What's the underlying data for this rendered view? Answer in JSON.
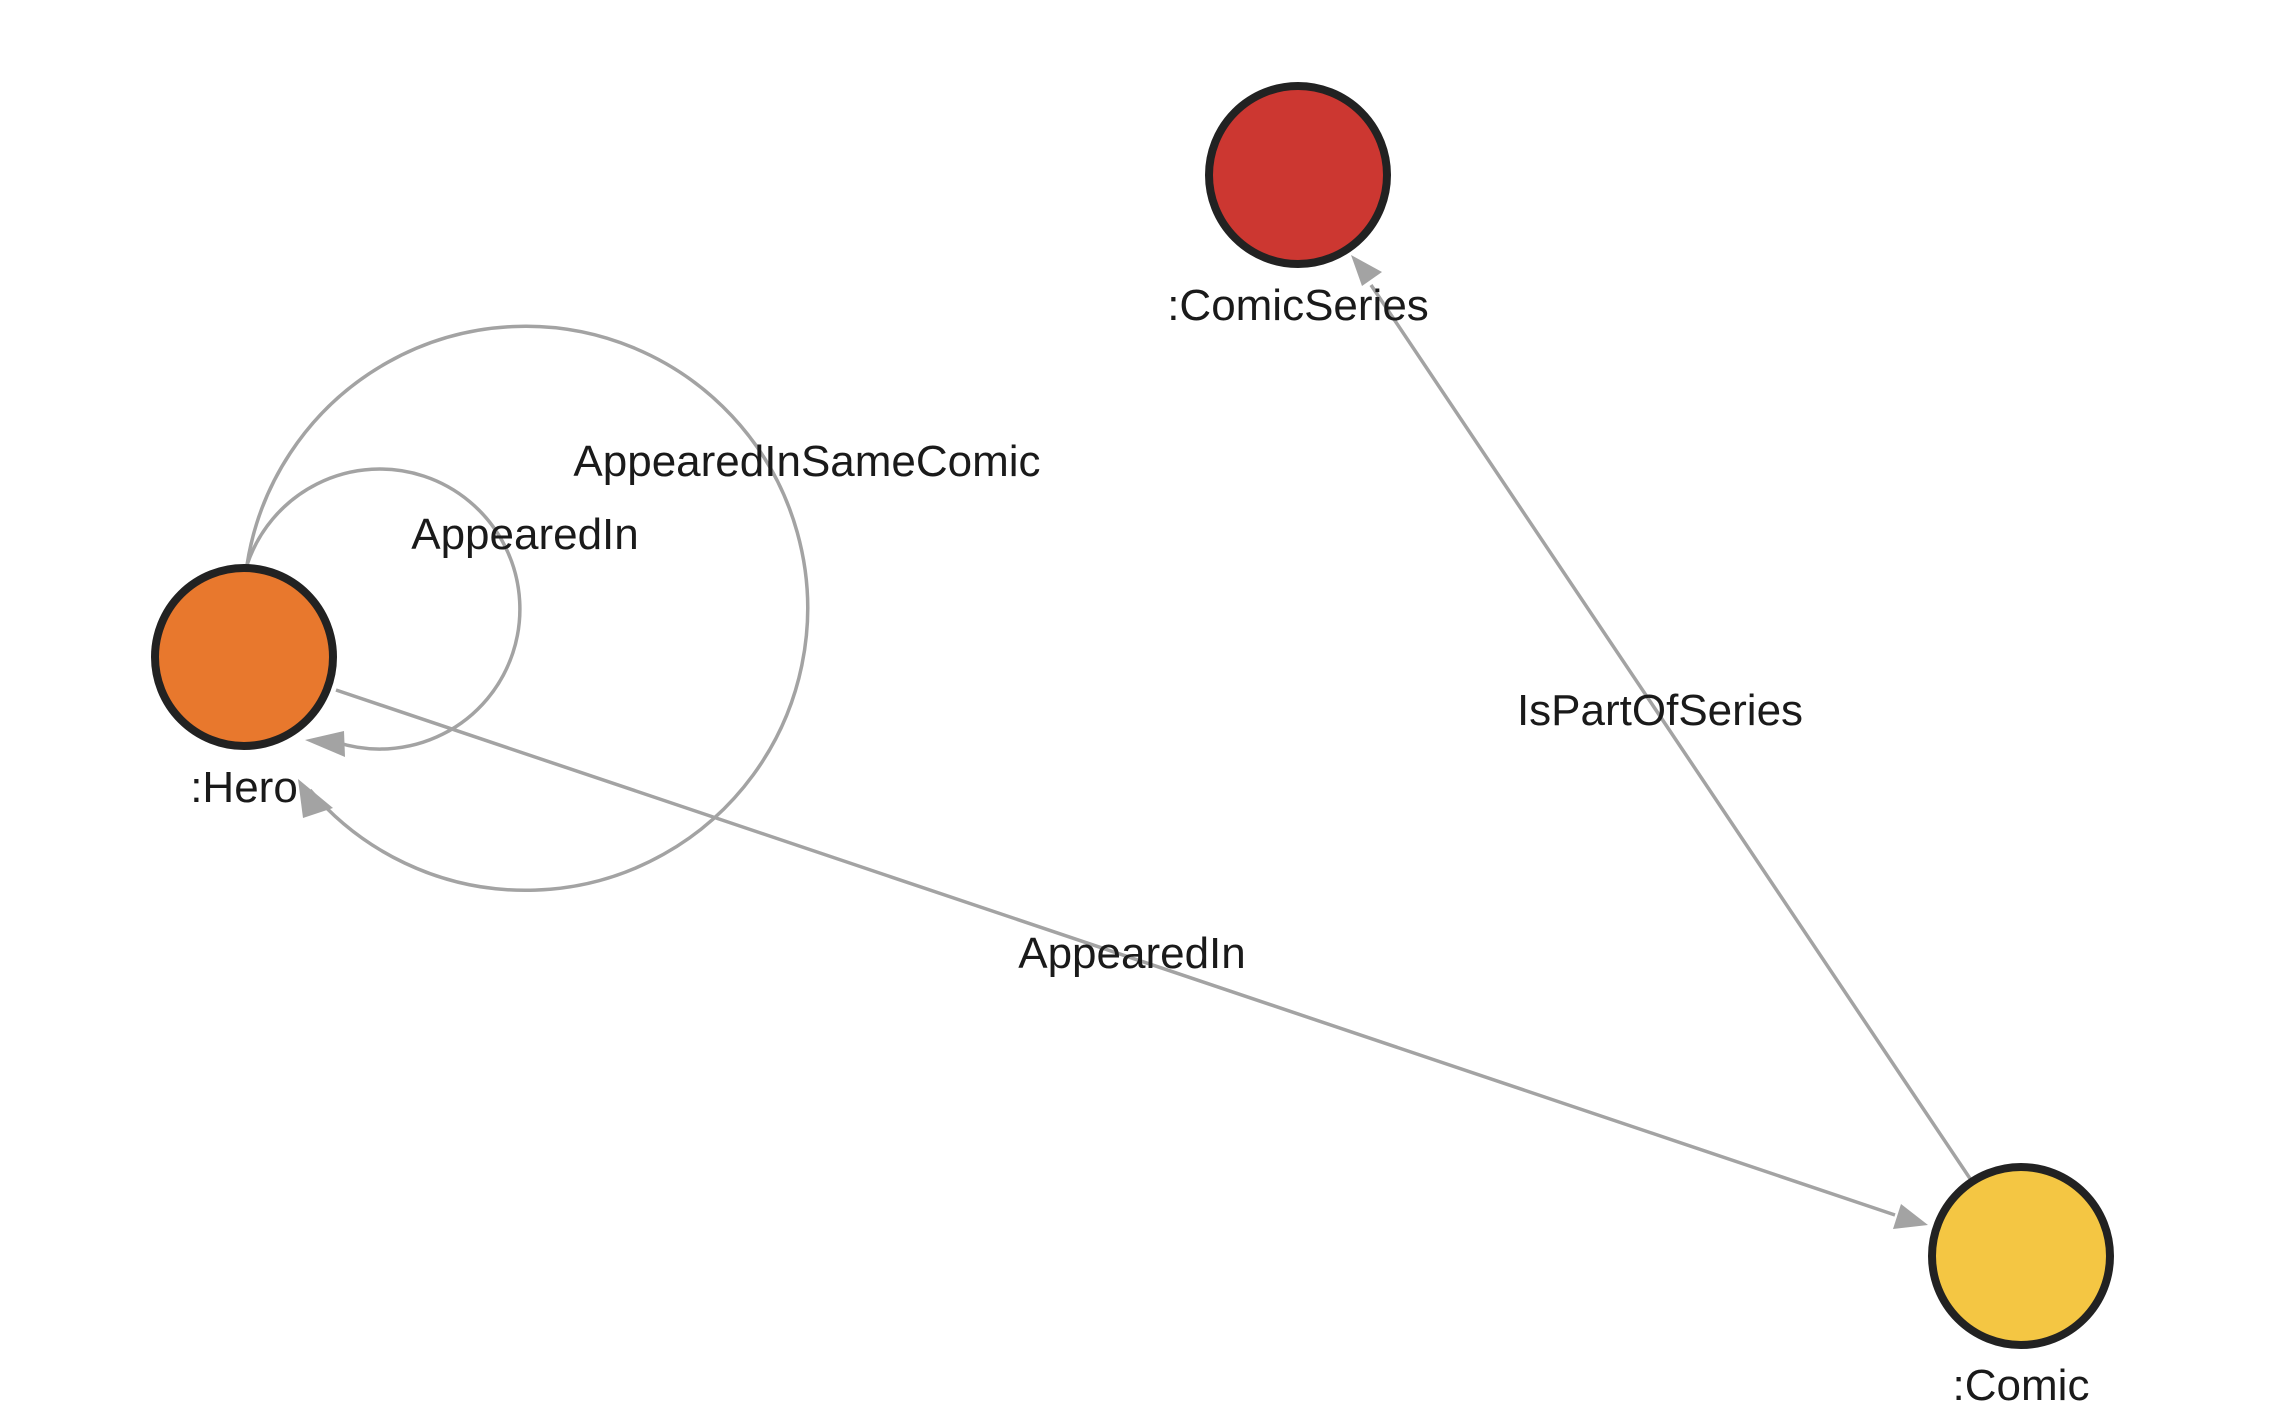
{
  "nodes": {
    "comic_series": {
      "label": ":ComicSeries",
      "color": "#cc3731"
    },
    "hero": {
      "label": ":Hero",
      "color": "#e8782d"
    },
    "comic": {
      "label": ":Comic",
      "color": "#f4c643"
    }
  },
  "edges": {
    "hero_appeared_in_same_comic": {
      "label": "AppearedInSameComic",
      "from": "Hero",
      "to": "Hero"
    },
    "hero_appeared_in_loop": {
      "label": "AppearedIn",
      "from": "Hero",
      "to": "Hero"
    },
    "hero_appeared_in_comic": {
      "label": "AppearedIn",
      "from": "Hero",
      "to": "Comic"
    },
    "comic_is_part_of_series": {
      "label": "IsPartOfSeries",
      "from": "Comic",
      "to": "ComicSeries"
    }
  },
  "colors": {
    "edge": "#a3a3a3",
    "node_outline": "#222222",
    "label_text": "#1a1a1a"
  }
}
